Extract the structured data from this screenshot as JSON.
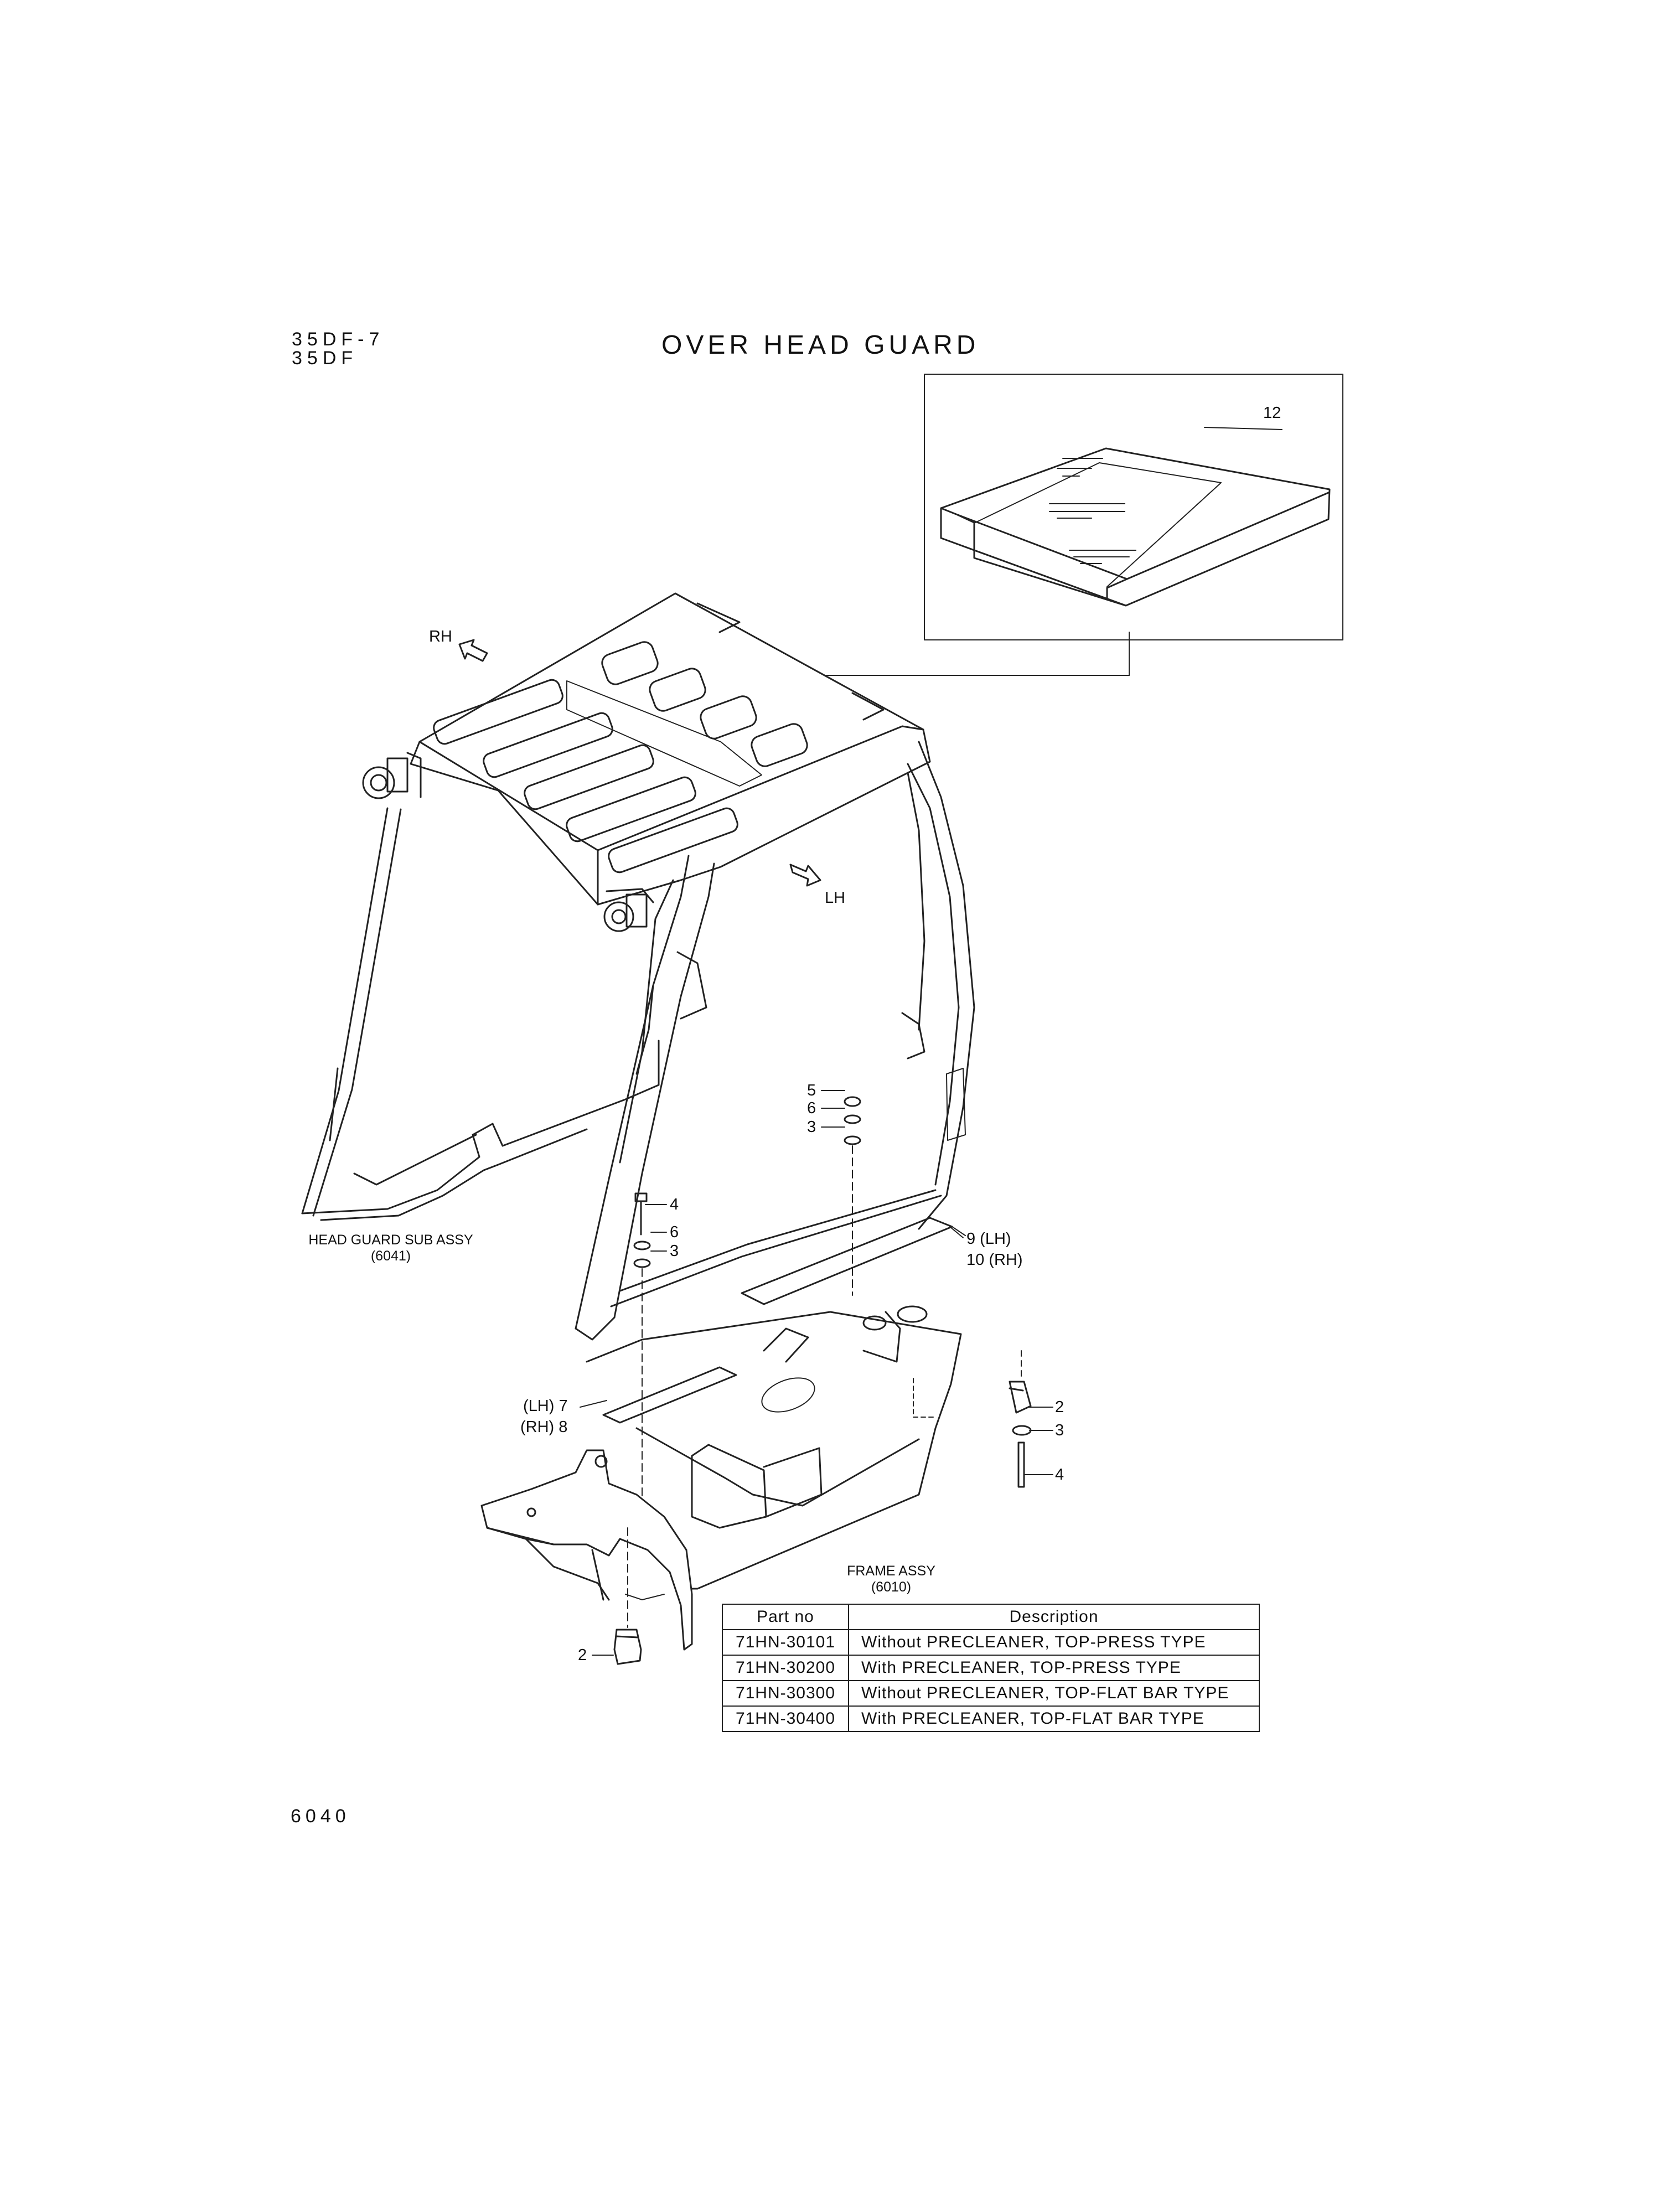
{
  "header": {
    "model_line_1": "35DF-7",
    "model_line_2": "35DF",
    "title": "OVER HEAD GUARD"
  },
  "callouts": {
    "item_12": "12",
    "rh_arrow": "RH",
    "lh_arrow": "LH",
    "item_5": "5",
    "item_6_upper": "6",
    "item_3_upper": "3",
    "item_4_mid": "4",
    "item_6_mid": "6",
    "item_3_mid": "3",
    "item_9": "9 (LH)",
    "item_10": "10 (RH)",
    "item_7": "(LH) 7",
    "item_8": "(RH) 8",
    "item_2_right": "2",
    "item_3_right": "3",
    "item_4_right": "4",
    "item_2_bottom": "2"
  },
  "assemblies": {
    "head_guard_name": "HEAD GUARD SUB ASSY",
    "head_guard_ref": "(6041)",
    "frame_name": "FRAME ASSY",
    "frame_ref": "(6010)"
  },
  "parts_table": {
    "headers": {
      "part_no": "Part no",
      "description": "Description"
    },
    "rows": [
      {
        "part_no": "71HN-30101",
        "description": "Without PRECLEANER, TOP-PRESS TYPE"
      },
      {
        "part_no": "71HN-30200",
        "description": "With PRECLEANER, TOP-PRESS TYPE"
      },
      {
        "part_no": "71HN-30300",
        "description": "Without PRECLEANER, TOP-FLAT BAR TYPE"
      },
      {
        "part_no": "71HN-30400",
        "description": "With PRECLEANER, TOP-FLAT BAR TYPE"
      }
    ]
  },
  "footer": {
    "page_number": "6040"
  }
}
